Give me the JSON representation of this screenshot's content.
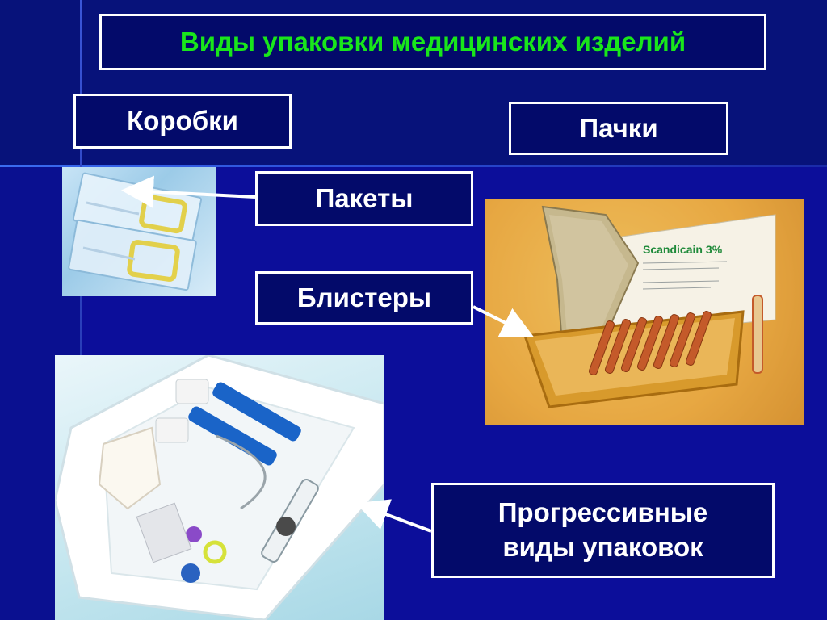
{
  "slide": {
    "title": "Виды упаковки медицинских изделий",
    "labels": {
      "boxes": "Коробки",
      "packs": "Пачки",
      "bags": "Пакеты",
      "blisters": "Блистеры",
      "progressive_line1": "Прогрессивные",
      "progressive_line2": "виды упаковок"
    },
    "product_box": {
      "brand": "Scandicain",
      "strength": "3",
      "percent": "%"
    }
  },
  "colors": {
    "title_text": "#19e61b",
    "label_border": "#ffffff",
    "background": "#0a1090"
  }
}
